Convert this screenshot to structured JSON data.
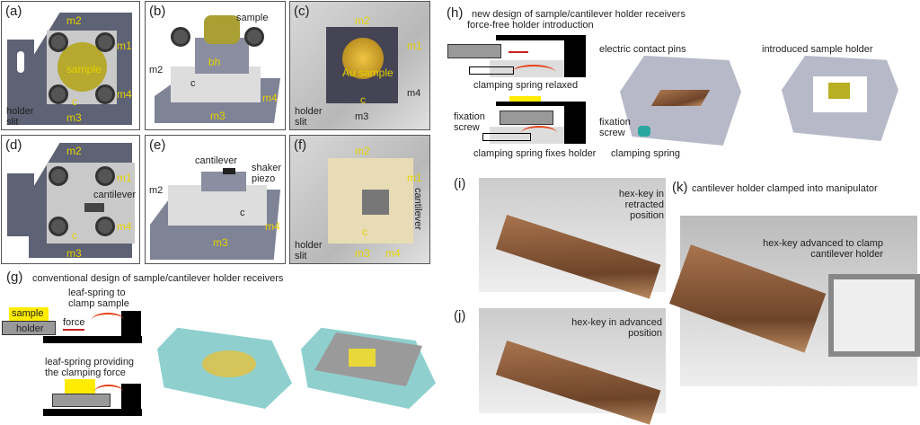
{
  "panels": {
    "a": {
      "label": "(a)",
      "m1": "m1",
      "m2": "m2",
      "m3": "m3",
      "m4": "m4",
      "sample": "sample",
      "c": "c",
      "slit": "holder slit"
    },
    "b": {
      "label": "(b)",
      "sample": "sample",
      "bh": "bh",
      "m2": "m2",
      "c": "c",
      "m3": "m3",
      "m4": "m4"
    },
    "c": {
      "label": "(c)",
      "m1": "m1",
      "m2": "m2",
      "m3": "m3",
      "m4": "m4",
      "sample": "Au sample",
      "c": "c",
      "slit": "holder slit"
    },
    "d": {
      "label": "(d)",
      "m1": "m1",
      "m2": "m2",
      "m3": "m3",
      "m4": "m4",
      "cantilever": "cantilever",
      "c": "c"
    },
    "e": {
      "label": "(e)",
      "cantilever": "cantilever",
      "shaker": "shaker piezo",
      "m2": "m2",
      "c": "c",
      "m3": "m3",
      "m4": "m4"
    },
    "f": {
      "label": "(f)",
      "m1": "m1",
      "m2": "m2",
      "m3": "m3",
      "m4": "m4",
      "c": "c",
      "cantilever": "cantilever",
      "slit": "holder slit"
    },
    "g": {
      "label": "(g)",
      "title": "conventional design of sample/cantilever holder receivers",
      "sample": "sample",
      "holder": "holder",
      "force": "force",
      "leaf1": "leaf-spring to clamp sample",
      "leaf2": "leaf-spring providing the clamping force"
    },
    "h": {
      "label": "(h)",
      "title": "new design of sample/cantilever holder receivers",
      "subtitle": "force-free holder introduction",
      "relaxed": "clamping spring relaxed",
      "fixes": "clamping spring fixes holder",
      "fixation": "fixation screw",
      "pins": "electric contact pins",
      "fixation2": "fixation screw",
      "spring": "clamping spring",
      "introduced": "introduced sample holder"
    },
    "i": {
      "label": "(i)",
      "text": "hex-key in retracted position"
    },
    "j": {
      "label": "(j)",
      "text": "hex-key in advanced position"
    },
    "k": {
      "label": "(k)",
      "title": "cantilever holder clamped into manipulator",
      "text": "hex-key advanced to clamp cantilever holder"
    }
  },
  "colors": {
    "mount": "#5d6275",
    "sample": "#b6a92e",
    "label": "#e6d200",
    "spring": "#e5431b"
  }
}
